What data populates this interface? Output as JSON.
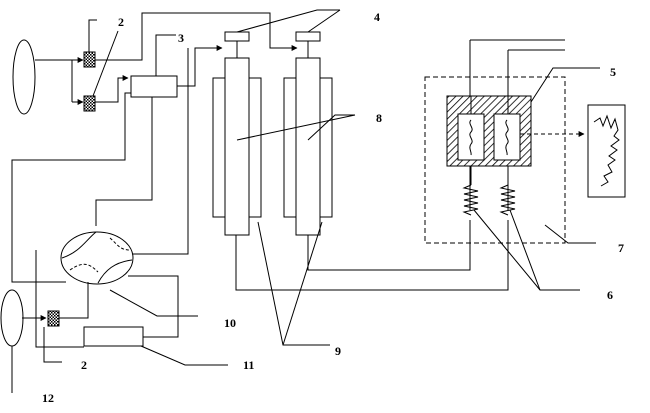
{
  "labels": {
    "l2a": "2",
    "l2b": "2",
    "l3": "3",
    "l4": "4",
    "l5": "5",
    "l6": "6",
    "l7": "7",
    "l8": "8",
    "l9": "9",
    "l10": "10",
    "l11": "11",
    "l12": "12"
  },
  "colors": {
    "line": "#000000",
    "background": "#ffffff"
  }
}
